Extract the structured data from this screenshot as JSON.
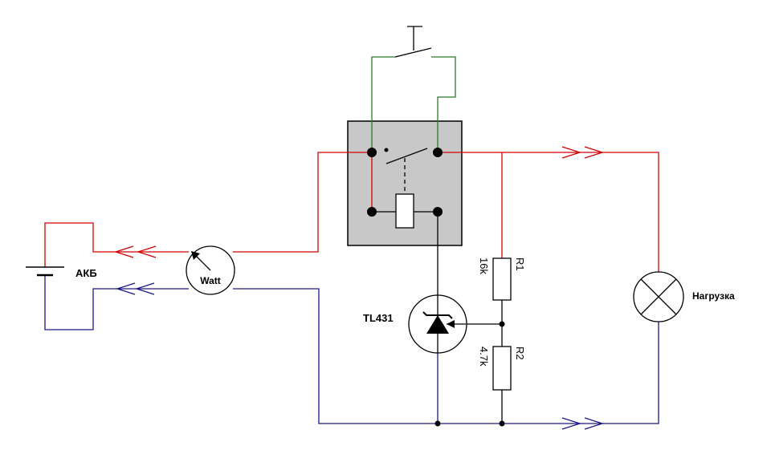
{
  "labels": {
    "battery": "АКБ",
    "wattmeter": "Watt",
    "ic": "TL431",
    "load": "Нагрузка",
    "r1_name": "R1",
    "r1_value": "16k",
    "r2_name": "R2",
    "r2_value": "4.7k"
  },
  "wire_colors": {
    "positive": "#d40000",
    "negative": "#1a1a8c",
    "control": "#2a7a2a",
    "component": "#000000"
  },
  "relay_fill": "#c8c8c8"
}
